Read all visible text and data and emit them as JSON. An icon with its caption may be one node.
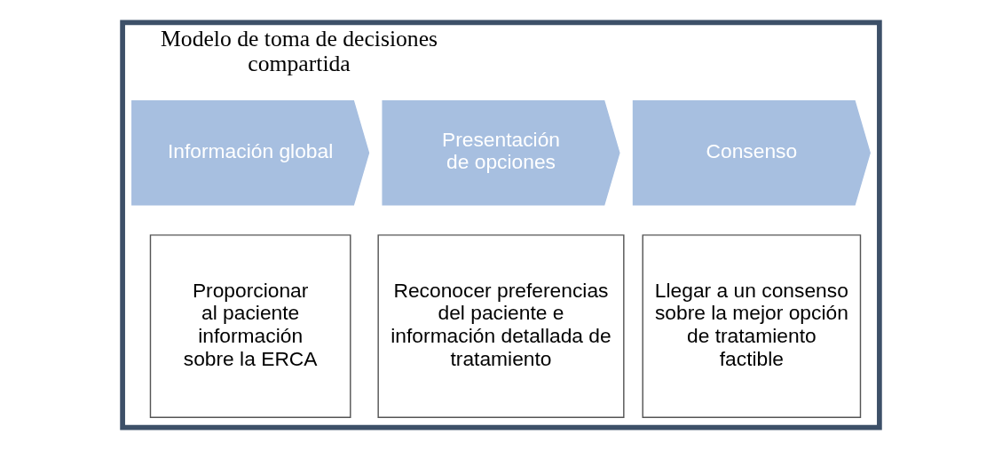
{
  "diagram": {
    "nodes": [
      {
        "text": [
          "Modelo de toma de decisiones compartida"
        ]
      },
      {
        "text": [
          "Información global"
        ],
        "in": 0
      },
      {
        "text": [
          "Presentación de opciones"
        ],
        "in": 0
      },
      {
        "text": [
          "Consenso"
        ],
        "in": 0
      },
      {
        "text": [
          "Proporcionar al paciente información sobre la ERCA"
        ],
        "in": 0
      },
      {
        "text": [
          "Reconocer preferencias del paciente e información detallada de tratamiento"
        ],
        "in": 0
      },
      {
        "text": [
          "Llegar a un consenso sobre la mejor opción de tratamiento factible"
        ],
        "in": 0
      }
    ]
  }
}
